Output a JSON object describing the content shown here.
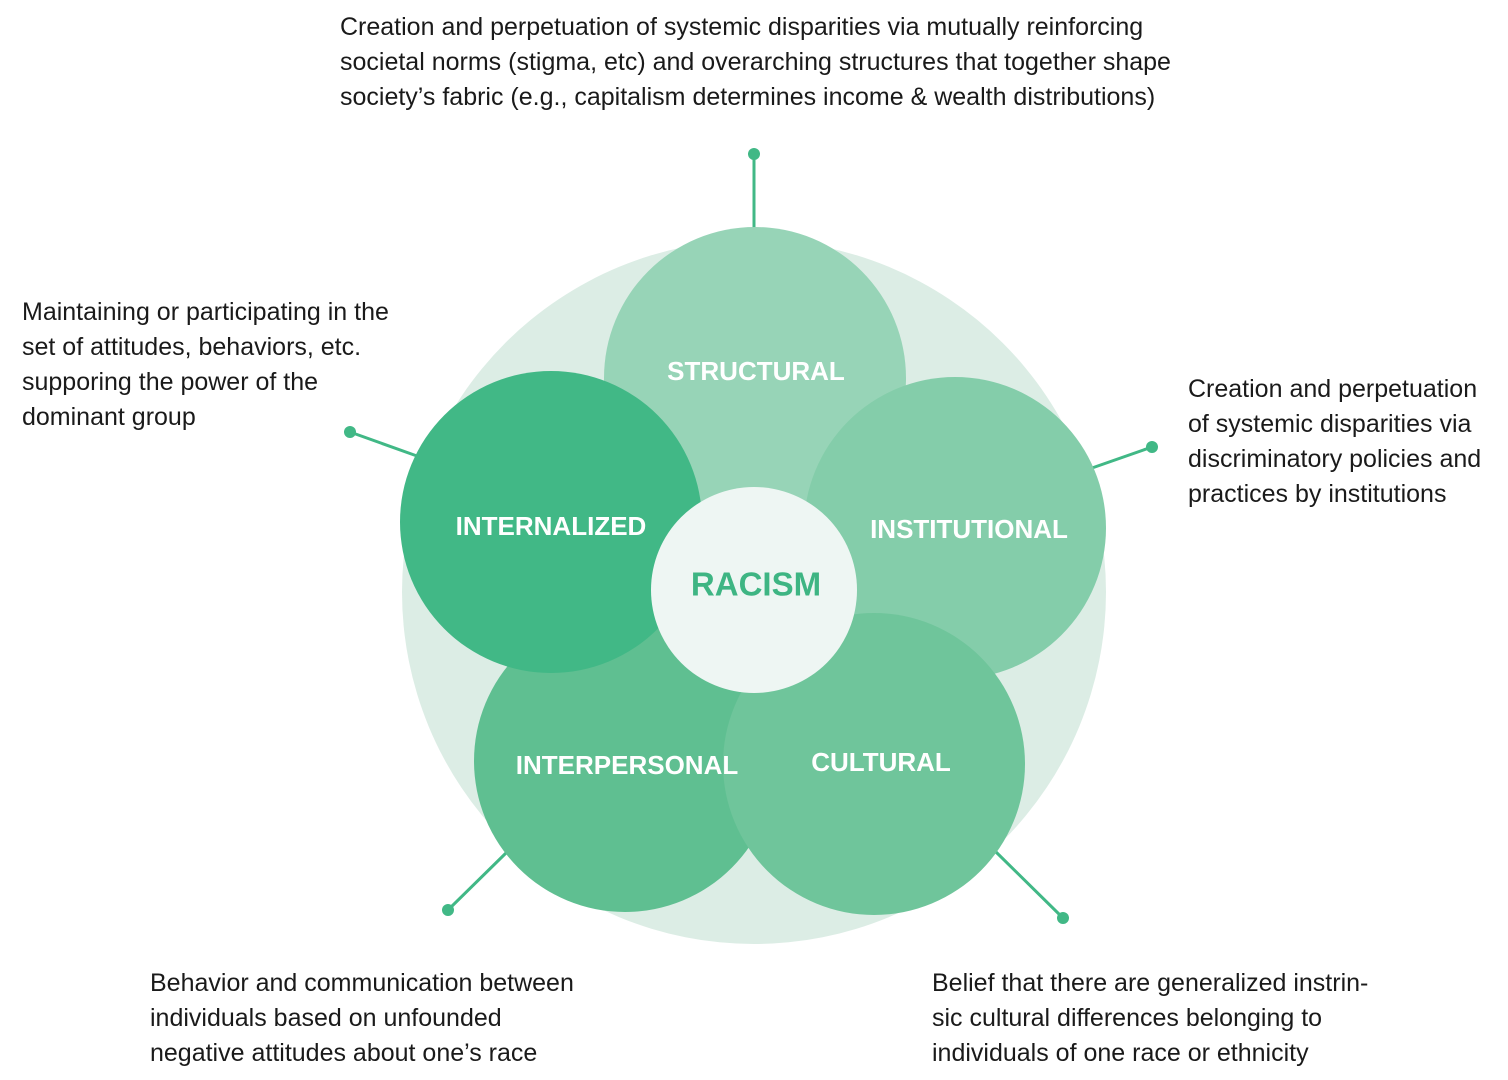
{
  "colors": {
    "background_disc": "#dcede5",
    "structural": "#97d4b7",
    "institutional": "#84cdaa",
    "cultural": "#6fc59b",
    "interpersonal": "#5fbf91",
    "internalized": "#41b886",
    "center": "#eef6f3",
    "center_text": "#3eb583",
    "connector": "#41b886"
  },
  "center": {
    "label": "RACISM"
  },
  "circles": {
    "structural": {
      "label": "STRUCTURAL",
      "description": "Creation and perpetuation of systemic disparities via mutually reinforcing\nsocietal norms (stigma, etc) and overarching structures that together shape\nsociety’s fabric (e.g., capitalism determines income & wealth distributions)"
    },
    "institutional": {
      "label": "INSTITUTIONAL",
      "description": "Creation and perpetuation\nof systemic disparities via\ndiscriminatory policies and\npractices by institutions"
    },
    "cultural": {
      "label": "CULTURAL",
      "description": "Belief that there are generalized instrin-\nsic cultural differences belonging to\nindividuals of one race or ethnicity"
    },
    "interpersonal": {
      "label": "INTERPERSONAL",
      "description": "Behavior and communication between\nindividuals based on unfounded\nnegative attitudes about one’s race"
    },
    "internalized": {
      "label": "INTERNALIZED",
      "description": "Maintaining or participating in the\nset of attitudes, behaviors, etc.\nsupporing the power of the\ndominant group"
    }
  }
}
